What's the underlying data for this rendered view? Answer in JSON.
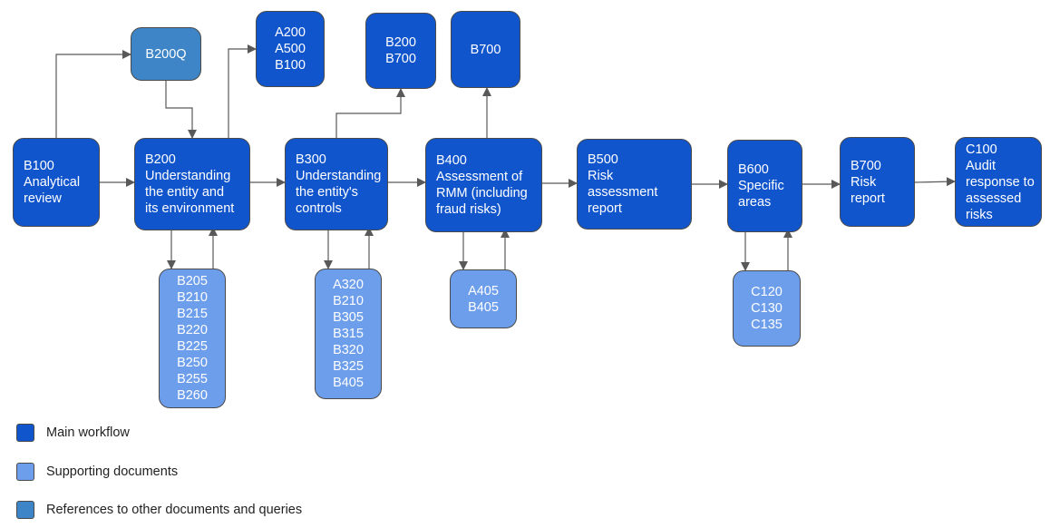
{
  "nodes": {
    "b100": [
      "B100",
      "Analytical",
      "review"
    ],
    "b200q": [
      "B200Q"
    ],
    "b200": [
      "B200",
      "Understanding",
      "the entity and",
      "its environment"
    ],
    "ref_a200": [
      "A200",
      "A500",
      "B100"
    ],
    "b300": [
      "B300",
      "Understanding",
      "the entity's",
      "controls"
    ],
    "ref_b200": [
      "B200",
      "B700"
    ],
    "b400": [
      "B400",
      "Assessment of",
      "RMM (including",
      "fraud risks)"
    ],
    "ref_b700": [
      "B700"
    ],
    "b500": [
      "B500",
      "Risk",
      "assessment",
      "report"
    ],
    "b600": [
      "B600",
      "Specific",
      "areas"
    ],
    "b700": [
      "B700",
      "Risk",
      "report"
    ],
    "c100": [
      "C100",
      "Audit",
      "response to",
      "assessed",
      "risks"
    ],
    "docs_b200": [
      "B205",
      "B210",
      "B215",
      "B220",
      "B225",
      "B250",
      "B255",
      "B260"
    ],
    "docs_b300": [
      "A320",
      "B210",
      "B305",
      "B315",
      "B320",
      "B325",
      "B405"
    ],
    "docs_b400": [
      "A405",
      "B405"
    ],
    "docs_b600": [
      "C120",
      "C130",
      "C135"
    ]
  },
  "legend": {
    "main": "Main workflow",
    "support": "Supporting documents",
    "ref": "References to other documents and queries"
  },
  "colors": {
    "main": "#1155cc",
    "support": "#6d9eeb",
    "ref": "#3d85c6",
    "border": "#4a4a4a",
    "arrow": "#595959"
  }
}
